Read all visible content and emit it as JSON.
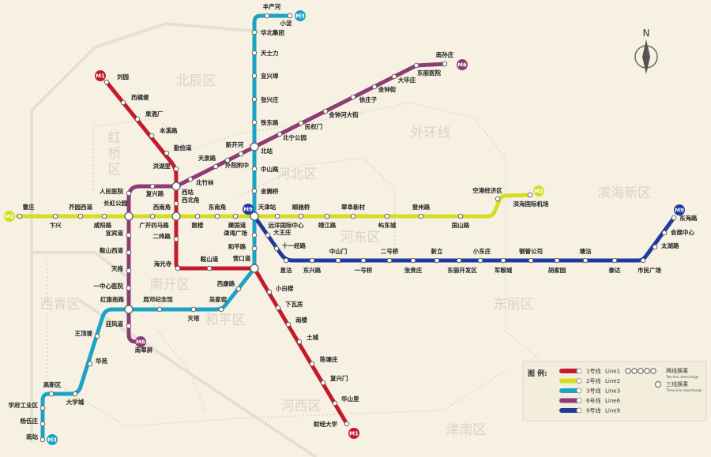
{
  "compass": {
    "label": "N"
  },
  "districts": [
    "北辰区",
    "红",
    "桥",
    "区",
    "河北区",
    "河东区",
    "南开区",
    "和平区",
    "西青区",
    "东丽区",
    "河西区",
    "津南区",
    "滨海新区",
    "外环线"
  ],
  "lines": [
    {
      "badge": "M1",
      "color": "#c41a2b",
      "stations": [
        "刘园",
        "西横堤",
        "果酒厂",
        "本溪路",
        "勤俭道",
        "洪湖里",
        "西站",
        "西北角",
        "西南角",
        "二纬路",
        "海光寺",
        "鞍山道",
        "营口道",
        "小白楼",
        "下瓦房",
        "南楼",
        "土城",
        "陈塘庄",
        "复兴门",
        "华山里",
        "财经大学"
      ]
    },
    {
      "badge": "M2",
      "color": "#d6dc22",
      "stations": [
        "曹庄",
        "卞兴",
        "芥园西道",
        "咸阳路",
        "长虹公园",
        "广开四马路",
        "西南角",
        "鼓楼",
        "东南角",
        "建国道",
        "天津站",
        "远洋国际中心",
        "顺驰桥",
        "靖江路",
        "翠阜新村",
        "屿东城",
        "登州路",
        "国山路",
        "空港经济区",
        "滨海国际机场"
      ]
    },
    {
      "badge": "M3",
      "color": "#1ba3c6",
      "stations": [
        "小淀",
        "丰产河",
        "华北集团",
        "天士力",
        "宜兴埠",
        "张兴庄",
        "铁东路",
        "北站",
        "中山路",
        "金狮桥",
        "天津站",
        "津湾广场",
        "和平路",
        "营口道",
        "西康路",
        "吴家窑",
        "天塔",
        "周邓纪念馆",
        "红旗南路",
        "王顶堤",
        "华苑",
        "大学城",
        "高新区",
        "学府工业区",
        "杨伍庄",
        "南站"
      ]
    },
    {
      "badge": "M6",
      "color": "#8e3b74",
      "stations": [
        "南翠屏",
        "迎风道",
        "红旗南路",
        "一中心医院",
        "天拖",
        "鞍山西道",
        "宜宾道",
        "长虹公园",
        "人民医院",
        "复兴路",
        "西站",
        "北竹林",
        "天泉路",
        "外院附中",
        "新开河",
        "北站",
        "北宁公园",
        "民权门",
        "金钟河大街",
        "徐庄子",
        "金钟街",
        "大毕庄",
        "东丽医院",
        "南孙庄"
      ]
    },
    {
      "badge": "M9",
      "color": "#1f3a9e",
      "stations": [
        "天津站",
        "大王庄",
        "十一经路",
        "直沽",
        "东兴路",
        "中山门",
        "一号桥",
        "二号桥",
        "张贵庄",
        "新立",
        "东丽开发区",
        "小东庄",
        "军粮城",
        "钢管公司",
        "胡家园",
        "塘沽",
        "泰达",
        "市民广场",
        "太湖路",
        "会展中心",
        "东海路"
      ]
    }
  ],
  "legend": {
    "title": "图 例:",
    "items": [
      {
        "cn": "1号线",
        "en": "Line1",
        "color": "#c41a2b"
      },
      {
        "cn": "2号线",
        "en": "Line2",
        "color": "#d6dc22"
      },
      {
        "cn": "3号线",
        "en": "Line3",
        "color": "#1ba3c6"
      },
      {
        "cn": "6号线",
        "en": "Line6",
        "color": "#8e3b74"
      },
      {
        "cn": "9号线",
        "en": "Line9",
        "color": "#1f3a9e"
      }
    ],
    "two_line": {
      "cn": "两线换乘",
      "en": "Two-line interchange"
    },
    "three_line": {
      "cn": "三线换乘",
      "en": "Three-line interchange"
    }
  }
}
